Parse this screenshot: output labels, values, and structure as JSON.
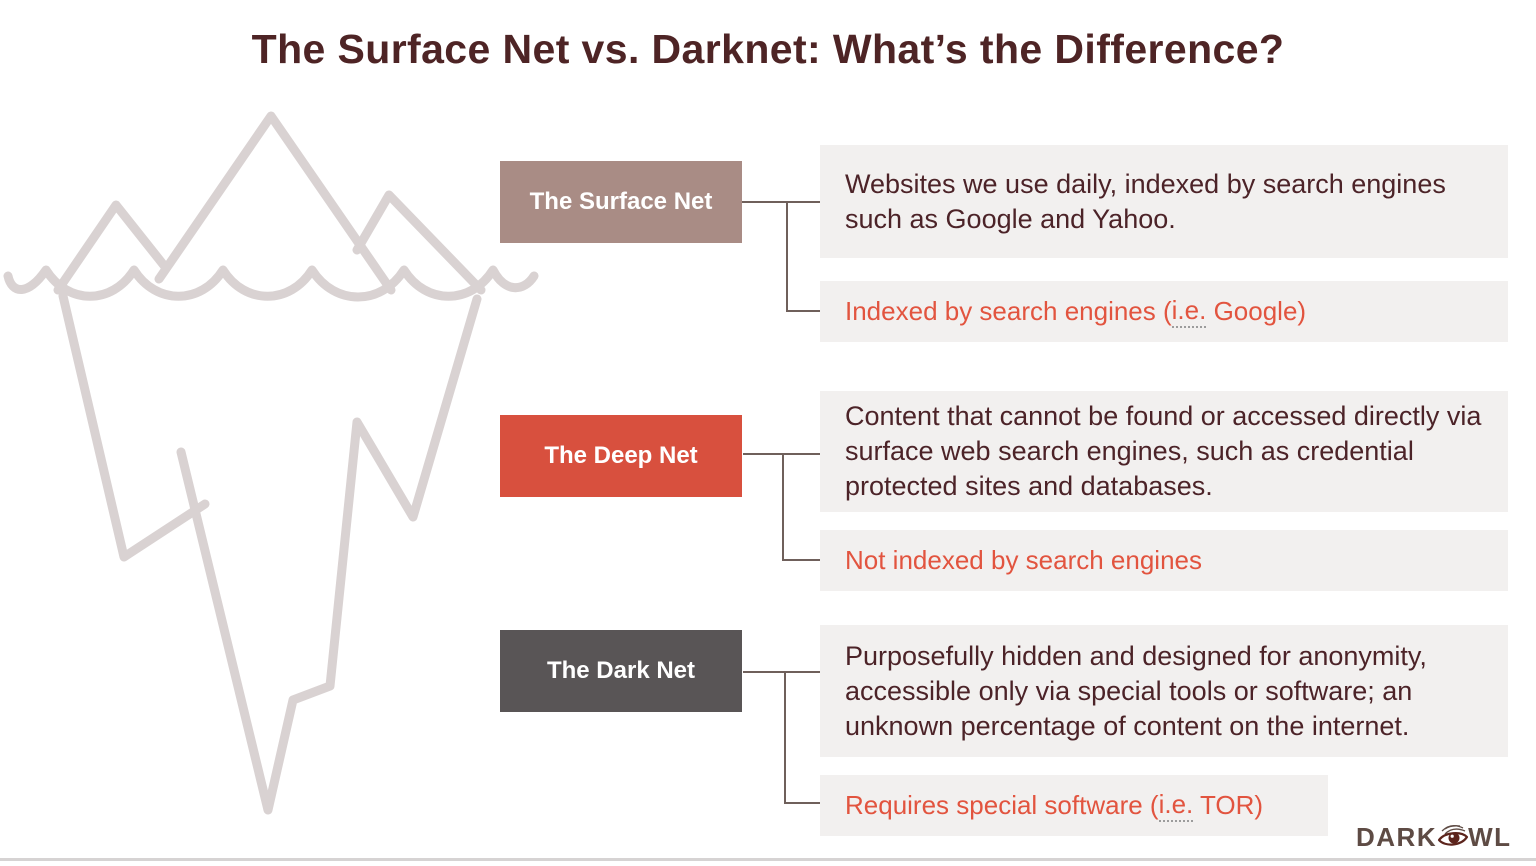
{
  "title": "The Surface Net vs. Darknet: What’s the Difference?",
  "rows": [
    {
      "label": "The Surface Net",
      "label_bg": "#a98c85",
      "description": "Websites we use daily, indexed by search engines such as Google and Yahoo.",
      "note": {
        "before": "Indexed by search engines (",
        "ie": "i.e.",
        "after": " Google)"
      }
    },
    {
      "label": "The Deep Net",
      "label_bg": "#d8503e",
      "description": "Content that cannot be found or accessed directly via surface web search engines, such as credential protected sites and databases.",
      "note": {
        "before": "Not indexed by search engines",
        "ie": "",
        "after": ""
      }
    },
    {
      "label": "The Dark Net",
      "label_bg": "#595556",
      "description": "Purposefully hidden and designed for anonymity, accessible only via special tools or software; an unknown percentage of content on the internet.",
      "note": {
        "before": "Requires special software (",
        "ie": "i.e.",
        "after": " TOR)"
      }
    }
  ],
  "brand": {
    "prefix": "DARK",
    "suffix": "WL"
  },
  "icons": {
    "iceberg": "iceberg-outline-icon",
    "waterline": "waterline-waves-icon",
    "owl_eye": "owl-eye-icon"
  },
  "colors": {
    "title_text": "#4e2425",
    "description_text": "#4c2328",
    "note_text": "#e2543f",
    "panel_bg": "#f2f0ef",
    "iceberg_stroke": "#d9d2d2",
    "connector": "#6f605b",
    "surface_label_bg": "#a98c85",
    "deep_label_bg": "#d8503e",
    "dark_label_bg": "#595556",
    "logo_text": "#5e4b44",
    "logo_eye": "#5c241c"
  }
}
